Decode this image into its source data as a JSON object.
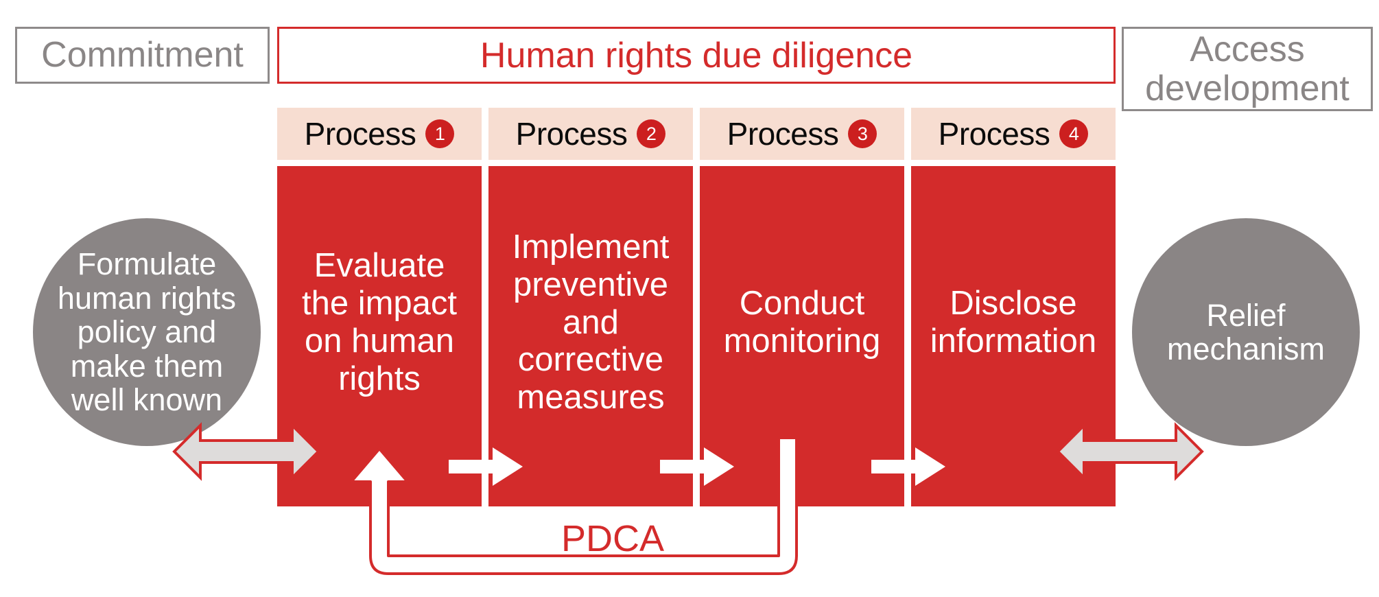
{
  "colors": {
    "brand_red": "#d32b2b",
    "badge_red": "#cc1f1f",
    "header_peach": "#f7ddd1",
    "gray": "#8a8585",
    "frame_gray": "#8e8a8a",
    "white": "#ffffff"
  },
  "left_frame": {
    "label": "Commitment"
  },
  "right_frame": {
    "label": "Access\ndevelopment"
  },
  "diligence_frame": {
    "title": "Human rights due diligence"
  },
  "left_circle": {
    "label": "Formulate\nhuman rights\npolicy and\nmake them\nwell known"
  },
  "right_circle": {
    "label": "Relief\nmechanism"
  },
  "processes": [
    {
      "head_label": "Process",
      "badge": "1",
      "body": "Evaluate\nthe impact\non human\nrights"
    },
    {
      "head_label": "Process",
      "badge": "2",
      "body": "Implement\npreventive\nand\ncorrective\nmeasures"
    },
    {
      "head_label": "Process",
      "badge": "3",
      "body": "Conduct\nmonitoring"
    },
    {
      "head_label": "Process",
      "badge": "4",
      "body": "Disclose\ninformation"
    }
  ],
  "feedback_loop": {
    "label": "PDCA"
  }
}
